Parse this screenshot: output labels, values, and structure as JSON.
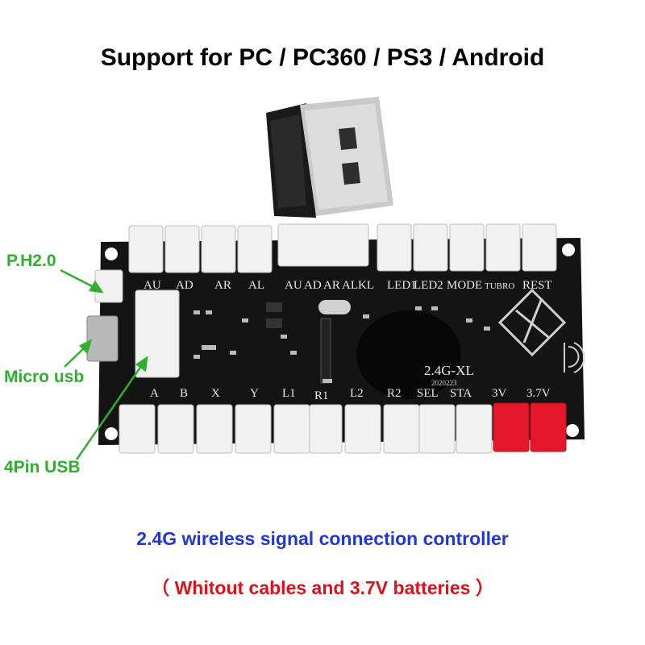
{
  "header": {
    "title": "Support for PC / PC360 / PS3 / Android"
  },
  "annotations": {
    "ph": "P.H2.0",
    "micro_usb": "Micro usb",
    "four_pin": "4Pin USB"
  },
  "board": {
    "top_labels": [
      "AU",
      "AD",
      "AR",
      "AL",
      "AU",
      "AD",
      "AR",
      "AL",
      "KL",
      "LED1",
      "LED2",
      "MODE",
      "TUBRO",
      "REST"
    ],
    "bottom_labels": [
      "A",
      "B",
      "X",
      "Y",
      "L1",
      "R1",
      "L2",
      "R2",
      "SEL",
      "STA",
      "3V",
      "3.7V"
    ],
    "model": "2.4G-XL",
    "date_code": "2020223"
  },
  "captions": {
    "line1": "2.4G wireless signal connection controller",
    "line2": "（ Whitout  cables and 3.7V batteries ）"
  },
  "colors": {
    "annotation": "#2fae2f",
    "caption_blue": "#1f37d6",
    "caption_red": "#e0101a",
    "battery_connector": "#e5182b"
  }
}
